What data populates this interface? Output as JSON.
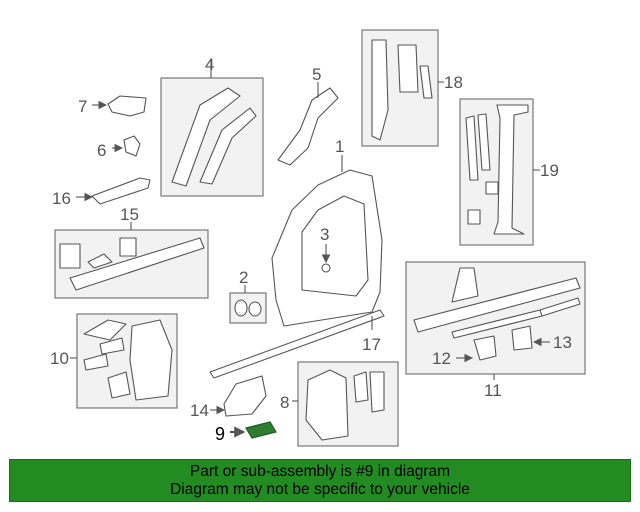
{
  "callouts": {
    "c1": "1",
    "c2": "2",
    "c3": "3",
    "c4": "4",
    "c5": "5",
    "c6": "6",
    "c7": "7",
    "c8": "8",
    "c9": "9",
    "c10": "10",
    "c11": "11",
    "c12": "12",
    "c13": "13",
    "c14": "14",
    "c15": "15",
    "c16": "16",
    "c17": "17",
    "c18": "18",
    "c19": "19"
  },
  "highlighted_part": "9",
  "banner": {
    "line1": "Part or sub-assembly is #9 in diagram",
    "line2": "Diagram may not be specific to your vehicle",
    "color": "#228b22"
  }
}
